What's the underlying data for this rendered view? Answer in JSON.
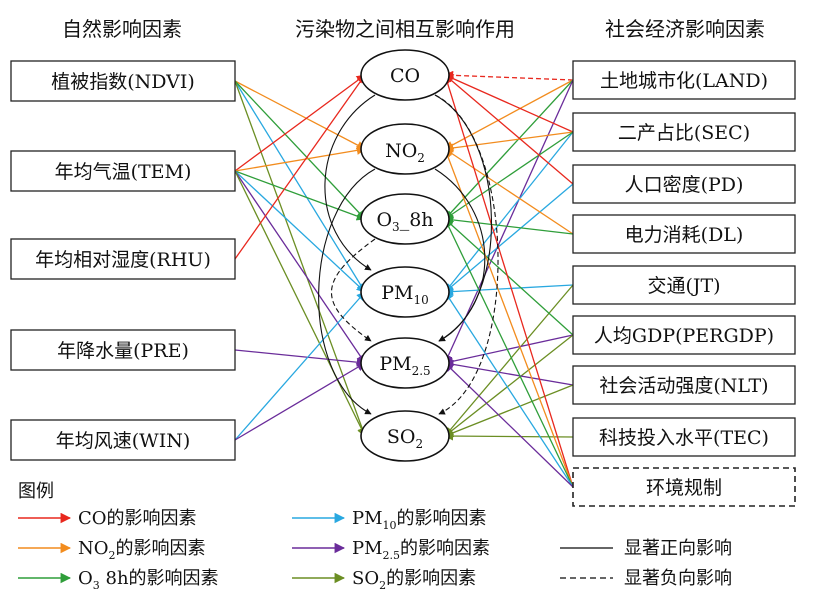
{
  "headers": {
    "natural": "自然影响因素",
    "pollutant": "污染物之间相互影响作用",
    "social": "社会经济影响因素"
  },
  "natural_factors": [
    "植被指数(NDVI)",
    "年均气温(TEM)",
    "年均相对湿度(RHU)",
    "年降水量(PRE)",
    "年均风速(WIN)"
  ],
  "pollutants": [
    {
      "id": "CO",
      "base": "CO",
      "sub": "",
      "suffix": ""
    },
    {
      "id": "NO2",
      "base": "NO",
      "sub": "2",
      "suffix": ""
    },
    {
      "id": "O3_8h",
      "base": "O",
      "sub": "3",
      "suffix": "_8h"
    },
    {
      "id": "PM10",
      "base": "PM",
      "sub": "10",
      "suffix": ""
    },
    {
      "id": "PM25",
      "base": "PM",
      "sub": "2.5",
      "suffix": ""
    },
    {
      "id": "SO2",
      "base": "SO",
      "sub": "2",
      "suffix": ""
    }
  ],
  "social_factors": [
    "土地城市化(LAND)",
    "二产占比(SEC)",
    "人口密度(PD)",
    "电力消耗(DL)",
    "交通(JT)",
    "人均GDP(PERGDP)",
    "社会活动强度(NLT)",
    "科技投入水平(TEC)",
    "环境规制"
  ],
  "colors": {
    "CO": "#e8281e",
    "NO2": "#f28c1e",
    "O3_8h": "#2f9e3a",
    "PM10": "#29a8e0",
    "PM25": "#6a2c9a",
    "SO2": "#6b8e23"
  },
  "legend": {
    "title": "图例",
    "items": [
      {
        "key": "CO",
        "prefix": "CO",
        "sub": "",
        "rest": "的影响因素"
      },
      {
        "key": "PM10",
        "prefix": "PM",
        "sub": "10",
        "rest": "的影响因素"
      },
      {
        "key": "NO2",
        "prefix": "NO",
        "sub": "2",
        "rest": "的影响因素"
      },
      {
        "key": "PM25",
        "prefix": "PM",
        "sub": "2.5",
        "rest": "的影响因素"
      },
      {
        "key": "O3_8h",
        "prefix": "O",
        "sub": "3",
        "rest": " 8h的影响因素"
      },
      {
        "key": "SO2",
        "prefix": "SO",
        "sub": "2",
        "rest": "的影响因素"
      }
    ],
    "positive": "显著正向影响",
    "negative": "显著负向影响"
  },
  "natural_links": [
    {
      "from": 0,
      "to": "NO2"
    },
    {
      "from": 0,
      "to": "PM10"
    },
    {
      "from": 0,
      "to": "O3_8h"
    },
    {
      "from": 0,
      "to": "SO2"
    },
    {
      "from": 1,
      "to": "CO"
    },
    {
      "from": 1,
      "to": "NO2"
    },
    {
      "from": 1,
      "to": "O3_8h"
    },
    {
      "from": 1,
      "to": "PM10"
    },
    {
      "from": 1,
      "to": "PM25"
    },
    {
      "from": 1,
      "to": "SO2"
    },
    {
      "from": 2,
      "to": "CO"
    },
    {
      "from": 3,
      "to": "PM25"
    },
    {
      "from": 4,
      "to": "PM10"
    },
    {
      "from": 4,
      "to": "PM25"
    }
  ],
  "social_links": [
    {
      "from": 0,
      "to": "CO",
      "dash": true
    },
    {
      "from": 0,
      "to": "NO2"
    },
    {
      "from": 0,
      "to": "O3_8h"
    },
    {
      "from": 0,
      "to": "PM25"
    },
    {
      "from": 1,
      "to": "CO"
    },
    {
      "from": 1,
      "to": "NO2"
    },
    {
      "from": 1,
      "to": "PM10"
    },
    {
      "from": 1,
      "to": "O3_8h"
    },
    {
      "from": 2,
      "to": "CO"
    },
    {
      "from": 2,
      "to": "PM10"
    },
    {
      "from": 3,
      "to": "NO2"
    },
    {
      "from": 3,
      "to": "O3_8h"
    },
    {
      "from": 4,
      "to": "PM10"
    },
    {
      "from": 4,
      "to": "SO2"
    },
    {
      "from": 5,
      "to": "O3_8h"
    },
    {
      "from": 5,
      "to": "PM25"
    },
    {
      "from": 5,
      "to": "SO2"
    },
    {
      "from": 6,
      "to": "PM25"
    },
    {
      "from": 6,
      "to": "SO2"
    },
    {
      "from": 7,
      "to": "SO2"
    },
    {
      "from": 8,
      "to": "CO"
    },
    {
      "from": 8,
      "to": "NO2"
    },
    {
      "from": 8,
      "to": "O3_8h"
    },
    {
      "from": 8,
      "to": "PM10"
    },
    {
      "from": 8,
      "to": "PM25"
    }
  ],
  "pollutant_links": [
    {
      "from": "CO",
      "to": "PM10"
    },
    {
      "from": "CO",
      "to": "PM25"
    },
    {
      "from": "NO2",
      "to": "SO2"
    },
    {
      "from": "CO",
      "to": "SO2",
      "dash": true
    },
    {
      "from": "O3_8h",
      "to": "PM25",
      "dash": true
    },
    {
      "from": "NO2",
      "to": "PM25"
    }
  ]
}
